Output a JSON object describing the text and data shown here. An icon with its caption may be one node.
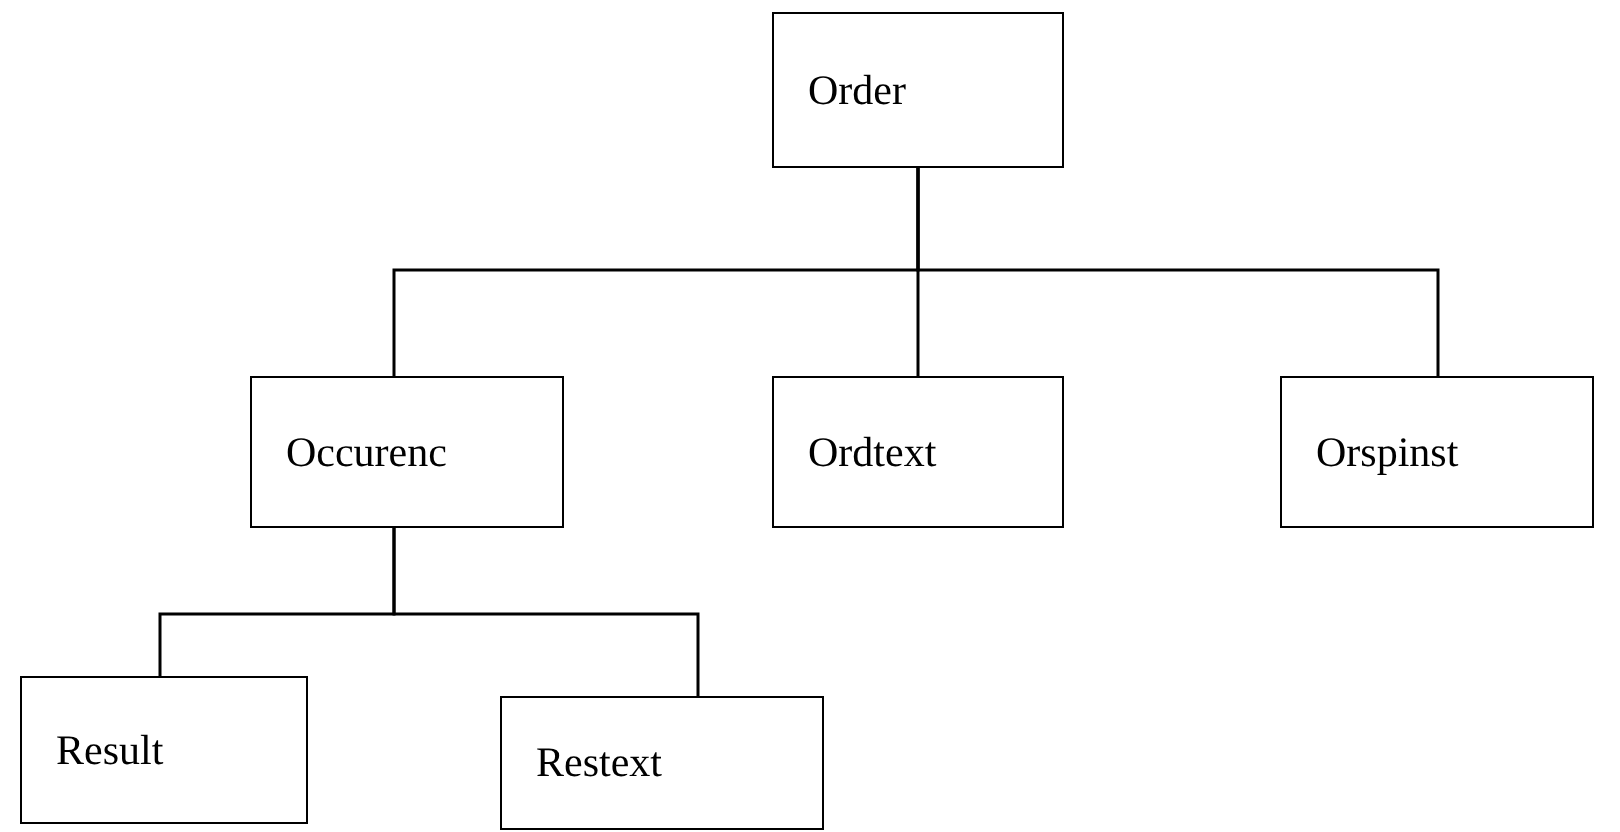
{
  "diagram": {
    "nodes": [
      {
        "text": [
          "Order"
        ]
      },
      {
        "text": [
          "Occurenc"
        ]
      },
      {
        "text": [
          "Ordtext"
        ]
      },
      {
        "text": [
          "Orspinst"
        ]
      },
      {
        "text": [
          "Result"
        ]
      },
      {
        "text": [
          "Restext"
        ]
      }
    ],
    "edges": [
      {
        "from": 0,
        "to": 1,
        "arrow": "none"
      },
      {
        "from": 0,
        "to": 2,
        "arrow": "none"
      },
      {
        "from": 0,
        "to": 3,
        "arrow": "none"
      },
      {
        "from": 1,
        "to": 4,
        "arrow": "none"
      },
      {
        "from": 1,
        "to": 5,
        "arrow": "none"
      }
    ]
  }
}
